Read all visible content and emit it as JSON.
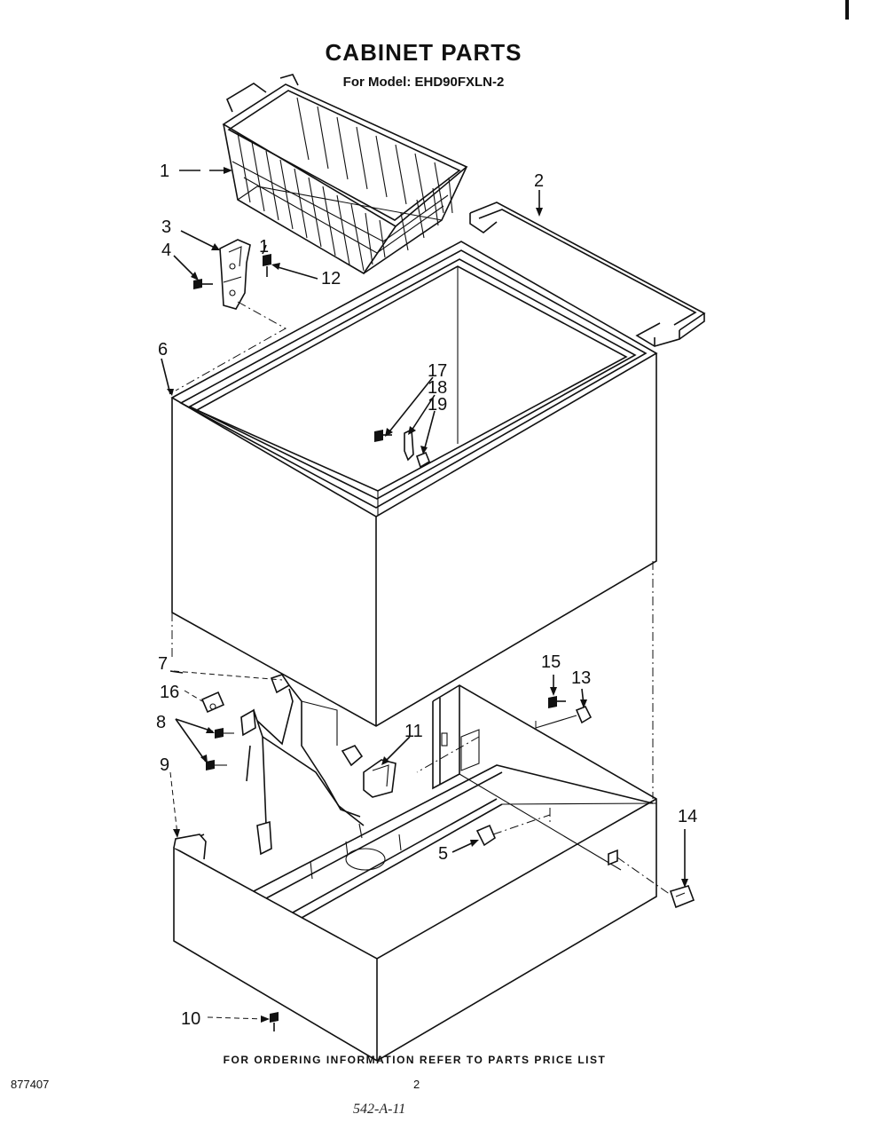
{
  "header": {
    "title": "CABINET PARTS",
    "subtitle": "For Model: EHD90FXLN-2"
  },
  "callouts": {
    "c1": "1",
    "c2": "2",
    "c3": "3",
    "c4": "4",
    "c5": "5",
    "c6": "6",
    "c7": "7",
    "c8": "8",
    "c9": "9",
    "c10": "10",
    "c11": "11",
    "c12": "12",
    "c13": "13",
    "c14": "14",
    "c15": "15",
    "c16": "16",
    "c17": "17",
    "c18": "18",
    "c19": "19"
  },
  "footer": {
    "ordering_note": "FOR ORDERING INFORMATION REFER TO PARTS PRICE LIST",
    "document_number": "877407",
    "page_number": "2",
    "handwritten_note": "542-A-11"
  }
}
